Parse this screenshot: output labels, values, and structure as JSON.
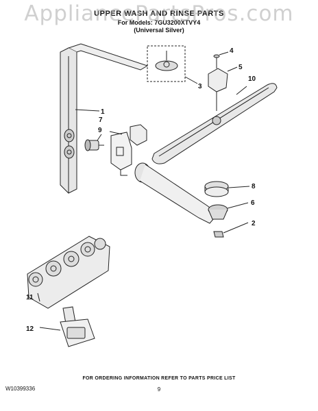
{
  "watermark": "AppliancePartsPros.com",
  "title": "UPPER WASH AND RINSE PARTS",
  "models": "For Models: 7GU3200XTVY4",
  "finish": "(Universal Silver)",
  "callouts": [
    "1",
    "2",
    "3",
    "4",
    "5",
    "6",
    "7",
    "8",
    "9",
    "10",
    "11",
    "12"
  ],
  "footer_note": "FOR ORDERING INFORMATION REFER TO PARTS PRICE LIST",
  "doc_number": "W10399336",
  "page_number": "9"
}
